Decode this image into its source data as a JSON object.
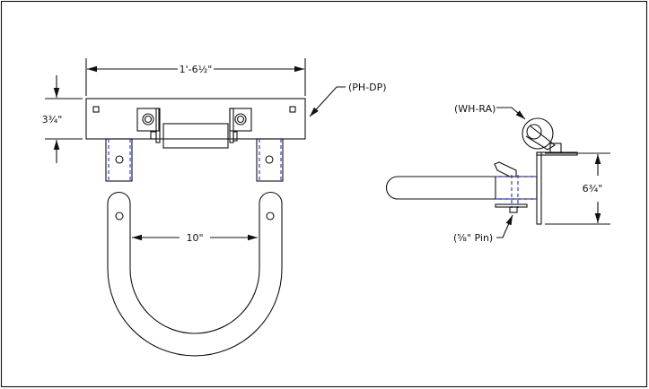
{
  "drawing": {
    "front_view": {
      "width_dim": "1'-6½\"",
      "height_dim": "3¾\"",
      "plate_callout": "(PH-DP)",
      "handle_width_dim": "10\""
    },
    "side_view": {
      "wheel_callout": "(WH-RA)",
      "height_dim": "6¾\"",
      "pin_callout": "(⅝\" Pin)"
    },
    "colors": {
      "line": "#111111",
      "hidden": "#2a2ad8"
    }
  }
}
